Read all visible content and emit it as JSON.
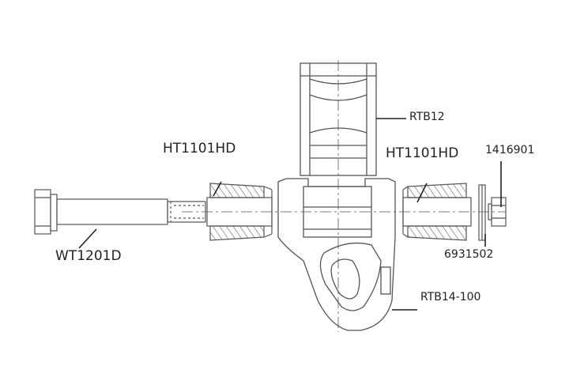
{
  "labels": {
    "rtb12": "RTB12",
    "ht_left": "HT1101HD",
    "ht_right": "HT1101HD",
    "p1416901": "1416901",
    "wt1201d": "WT1201D",
    "p6931502": "6931502",
    "rtb14": "RTB14-100"
  },
  "colors": {
    "line": "#555555",
    "leader": "#222222",
    "hatch": "#777777",
    "background": "#ffffff"
  }
}
